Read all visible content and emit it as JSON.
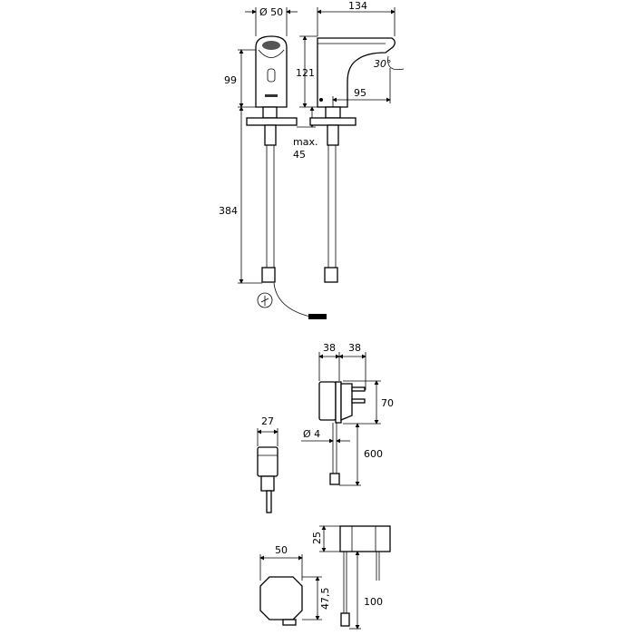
{
  "faucet": {
    "dia": "Ø 50",
    "length": "134",
    "height_front": "99",
    "height_side": "121",
    "hose": "384",
    "reach": "95",
    "angle": "30°",
    "max_label": "max.",
    "max_value": "45"
  },
  "adapter": {
    "w1": "38",
    "w2": "38",
    "h": "70",
    "cable_dia": "Ø 4",
    "cable_len": "600",
    "front_w": "27"
  },
  "box": {
    "w": "50",
    "d": "47,5",
    "h": "25",
    "cable_len": "100"
  }
}
